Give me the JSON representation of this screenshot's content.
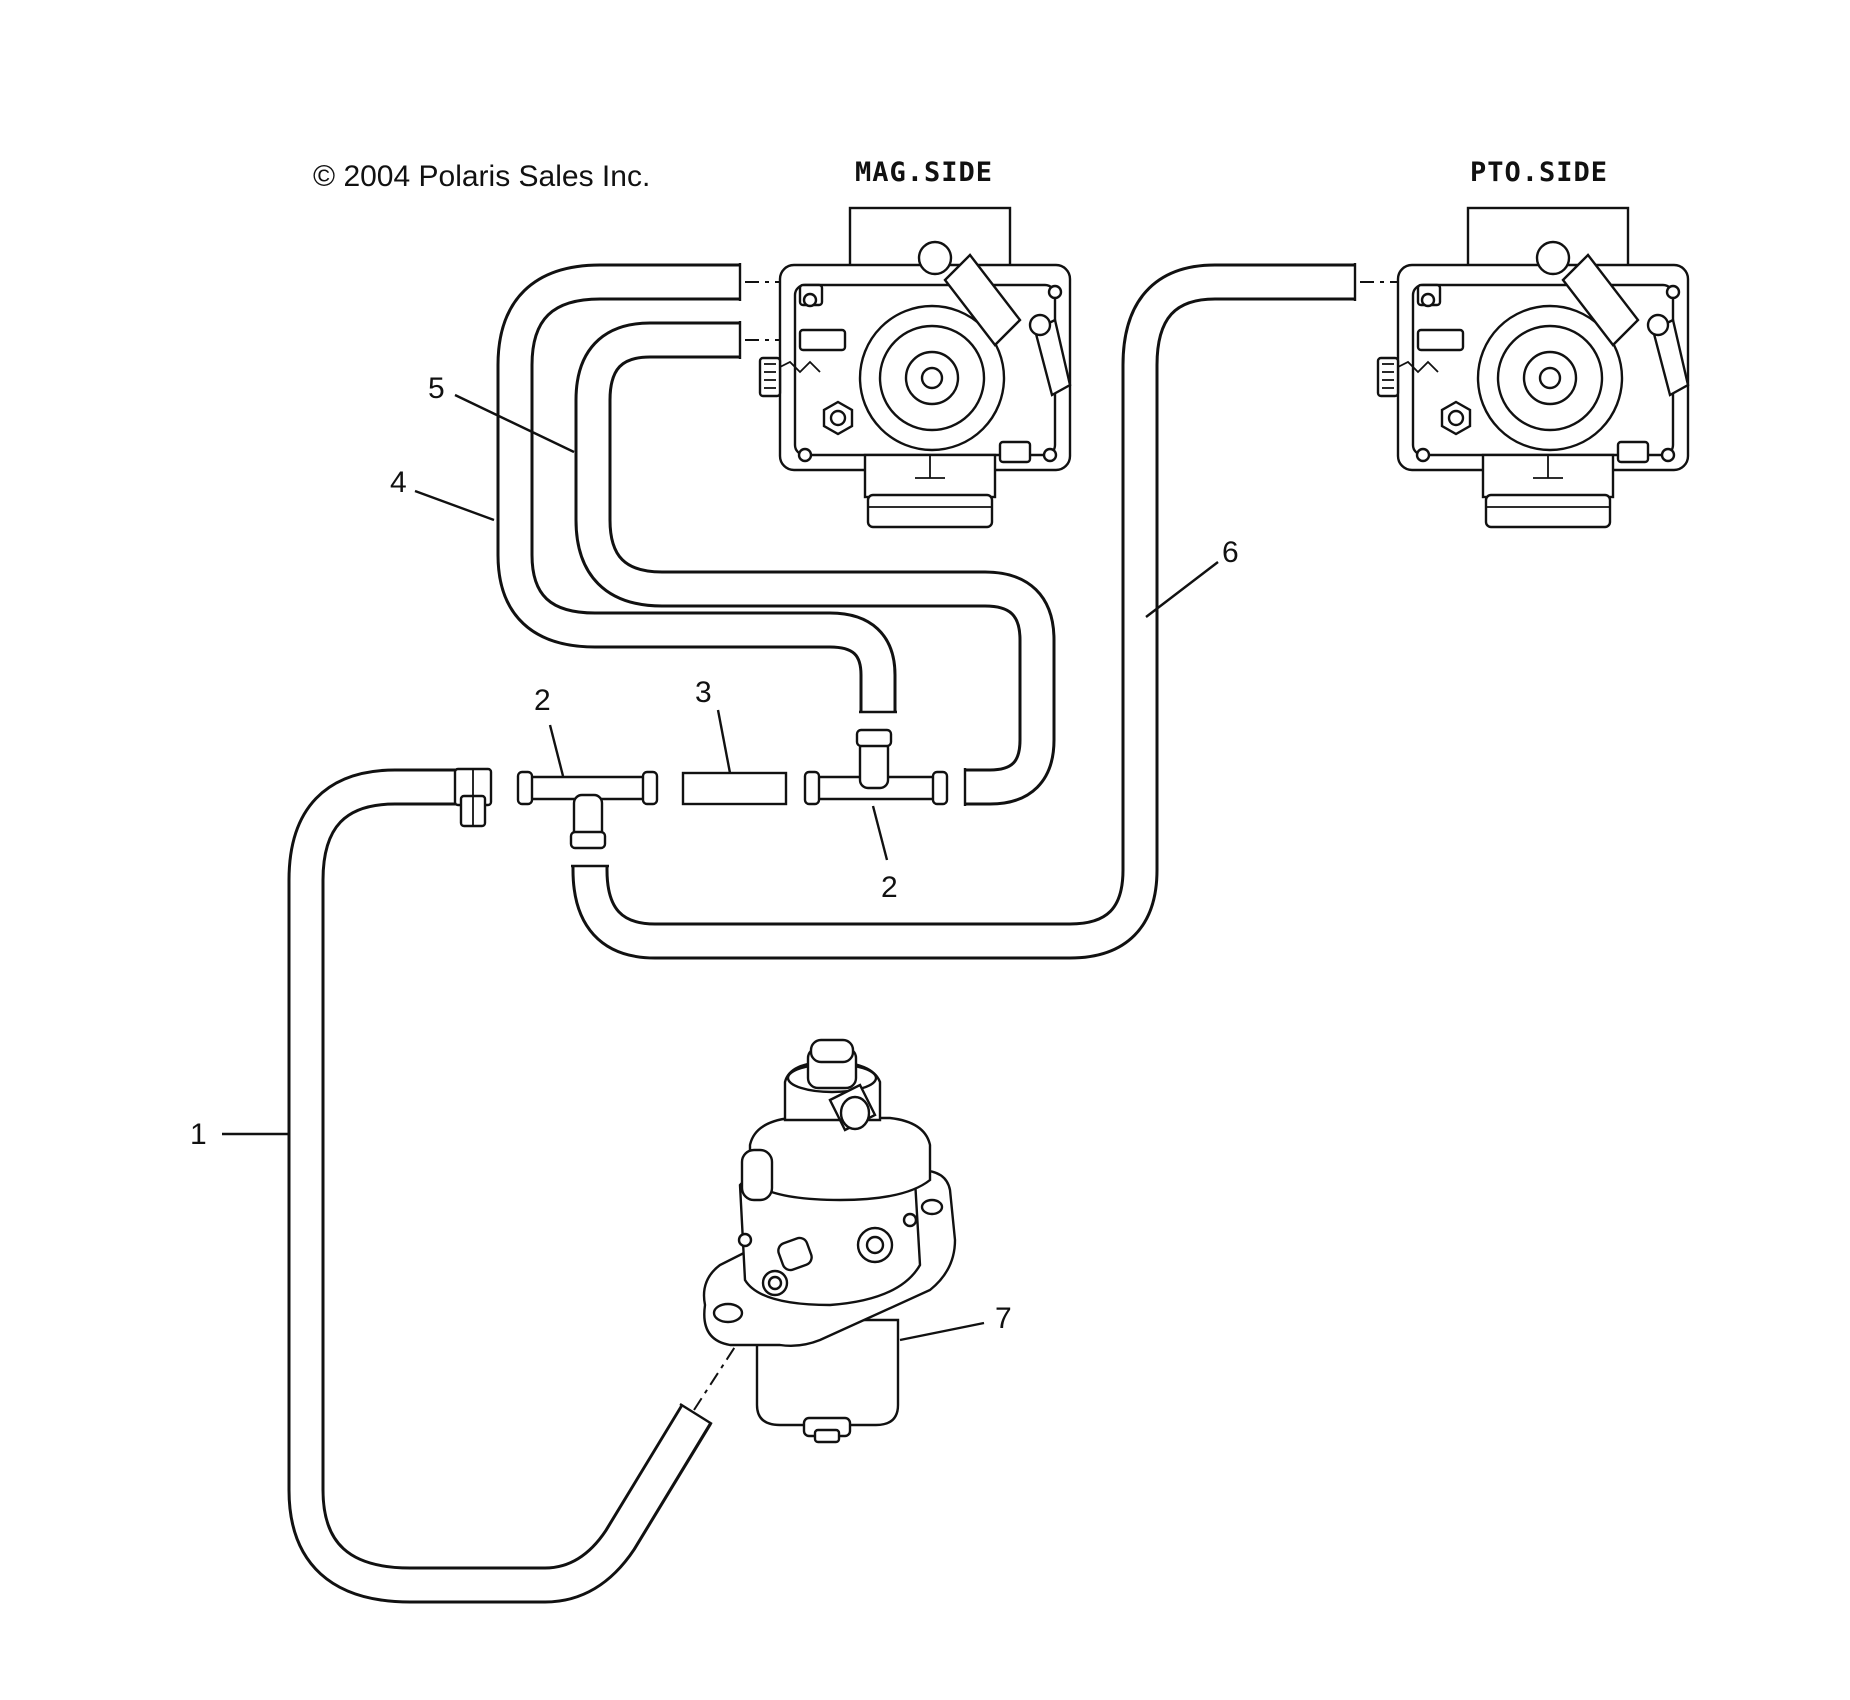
{
  "copyright": "© 2004 Polaris Sales Inc.",
  "side_labels": {
    "mag": "MAG.SIDE",
    "pto": "PTO.SIDE"
  },
  "callouts": {
    "c1": "1",
    "c2a": "2",
    "c2b": "2",
    "c3": "3",
    "c4": "4",
    "c5": "5",
    "c6": "6",
    "c7": "7"
  },
  "colors": {
    "ink": "#111111",
    "paper": "#ffffff"
  }
}
